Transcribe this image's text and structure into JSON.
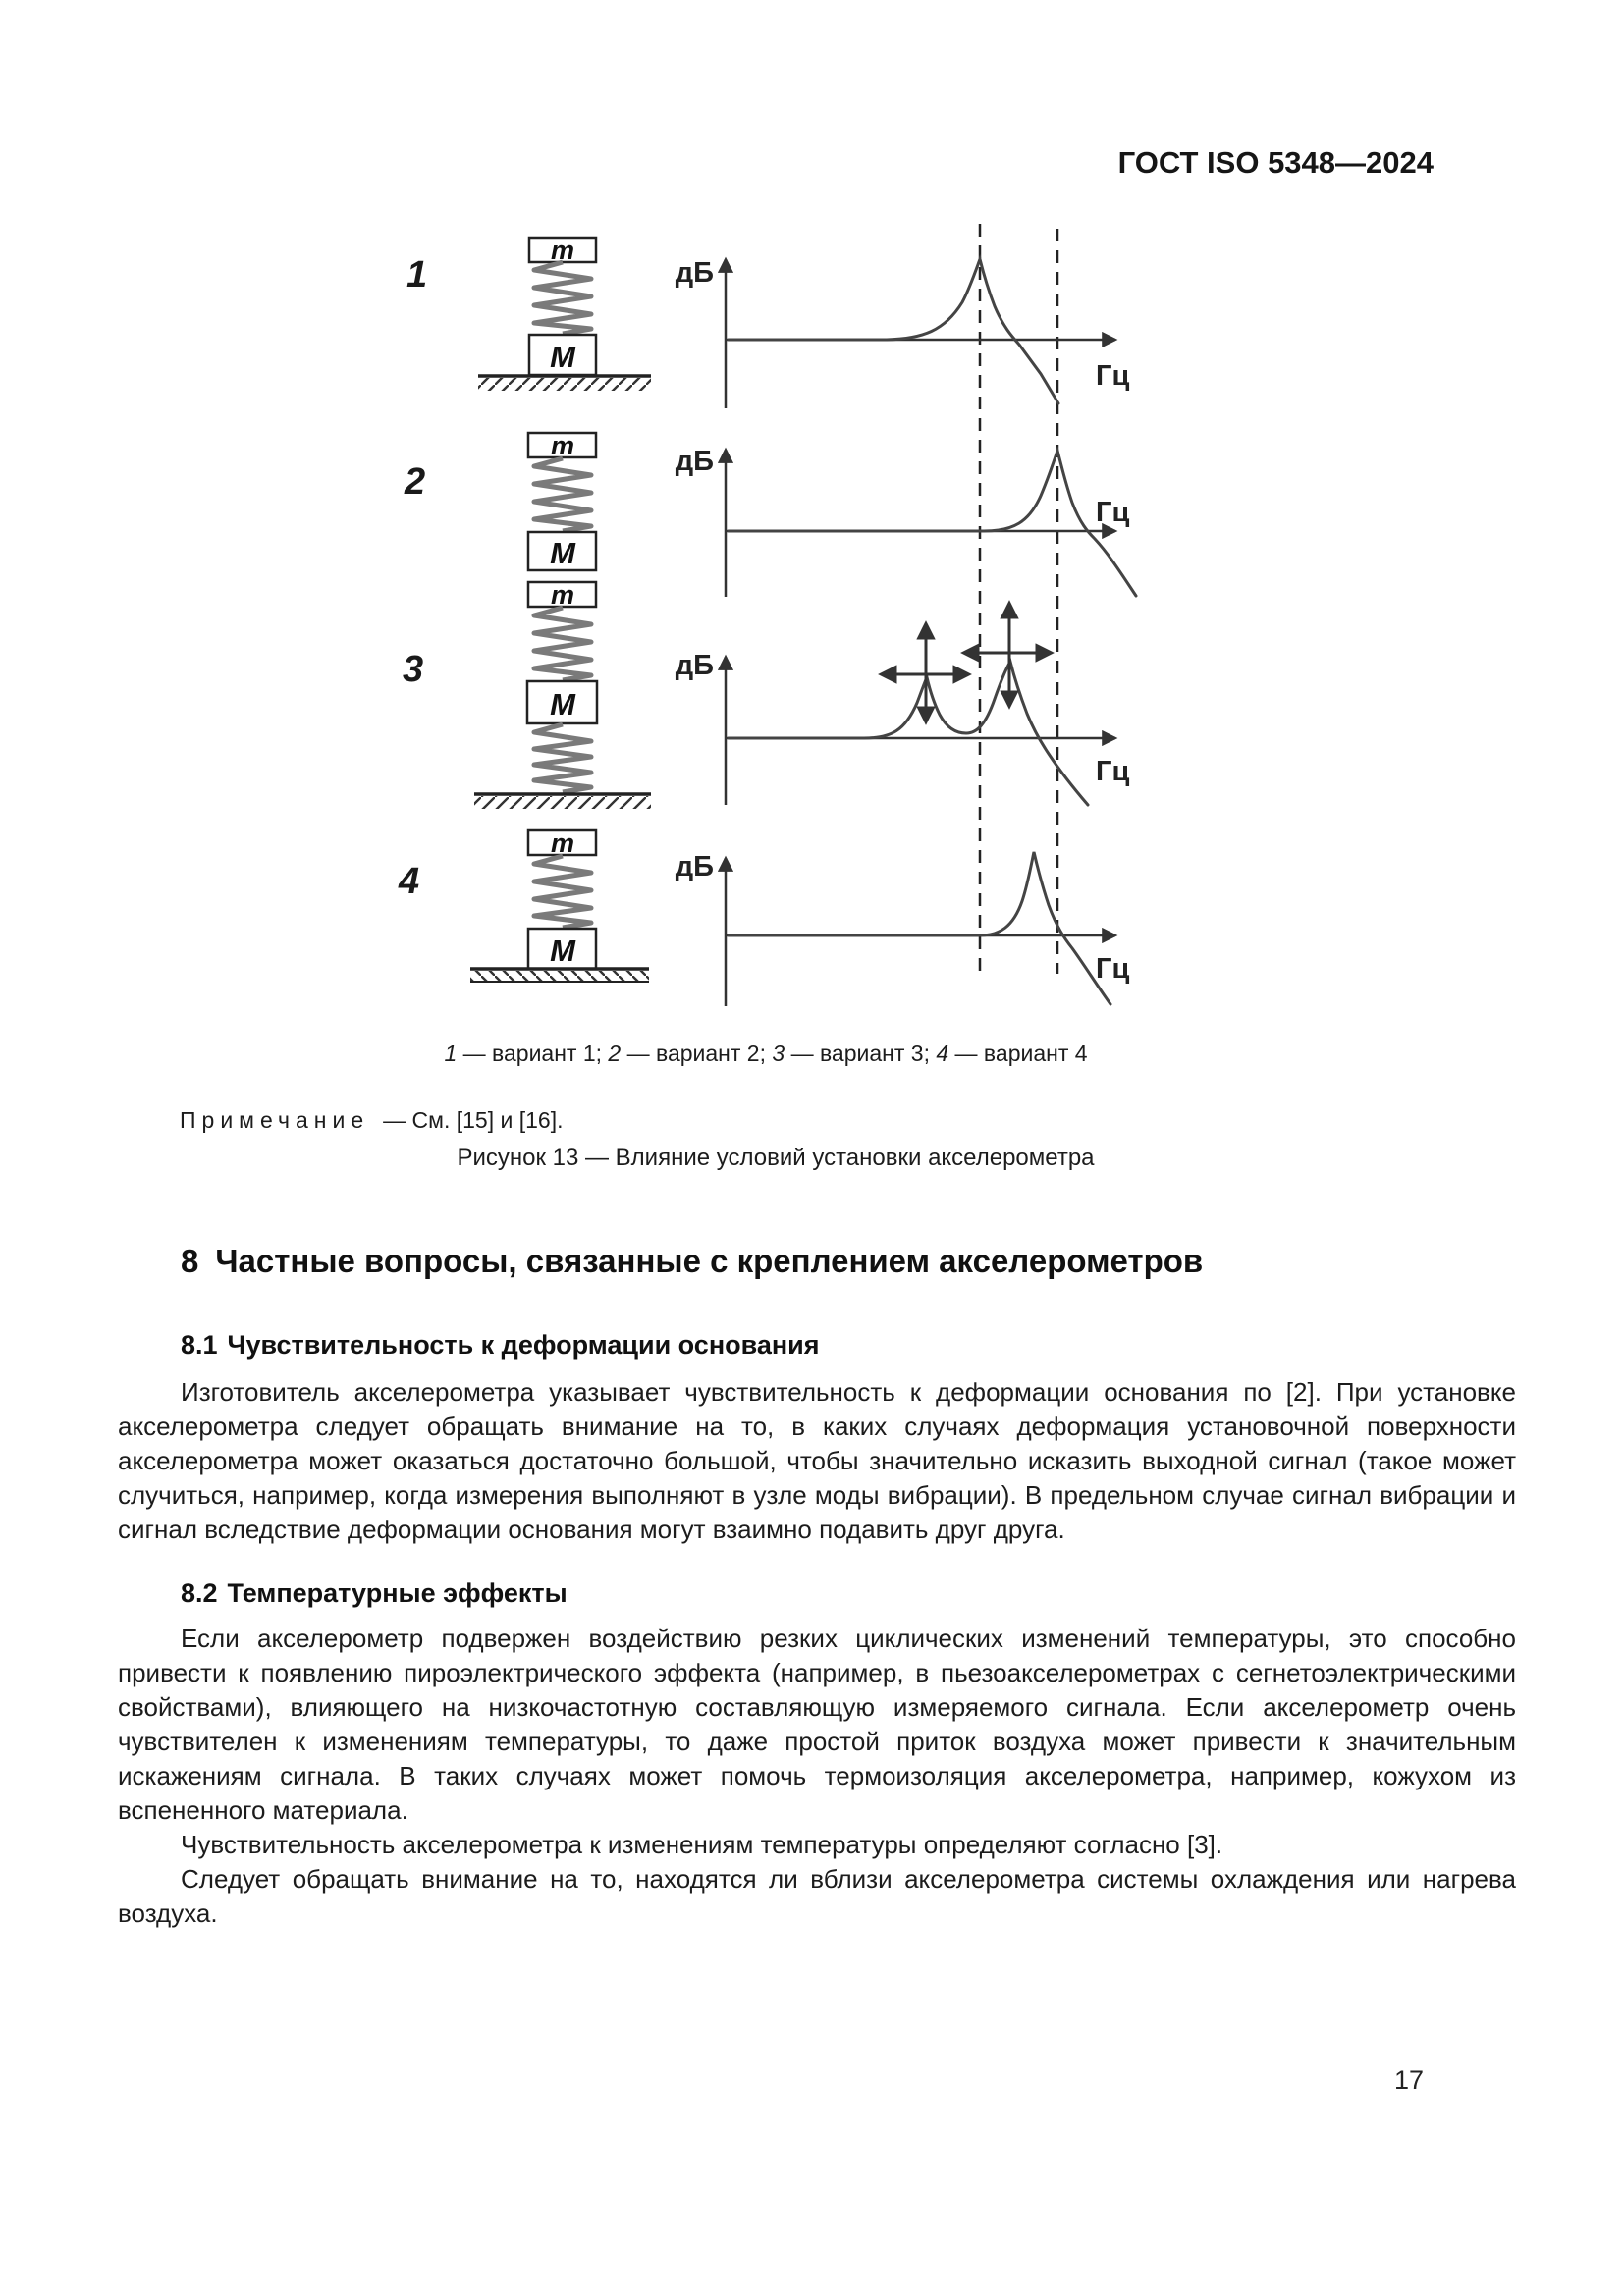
{
  "page": {
    "header": "ГОСТ ISO 5348—2024",
    "number": "17"
  },
  "figure": {
    "db": "дБ",
    "hz": "Гц",
    "m": "m",
    "M": "M",
    "variants": [
      {
        "num": "1"
      },
      {
        "num": "2"
      },
      {
        "num": "3"
      },
      {
        "num": "4"
      }
    ],
    "legend": [
      {
        "num": "1",
        "label": " — вариант 1; "
      },
      {
        "num": "2",
        "label": " — вариант 2; "
      },
      {
        "num": "3",
        "label": " — вариант 3; "
      },
      {
        "num": "4",
        "label": " — вариант 4"
      }
    ],
    "note_label": "Примечание",
    "note_text": "—  См. [15] и [16].",
    "caption": "Рисунок 13 — Влияние условий установки акселерометра"
  },
  "sections": {
    "s8": {
      "num": "8",
      "title": "Частные вопросы, связанные с креплением акселерометров"
    },
    "s81": {
      "num": "8.1",
      "title": "Чувствительность к деформации основания",
      "para": "Изготовитель акселерометра указывает чувствительность к деформации основания по [2]. При установке акселерометра следует обращать внимание на то, в каких случаях деформация установочной поверхности акселерометра может оказаться достаточно большой, чтобы значительно исказить выходной сигнал (такое может случиться, например, когда измерения выполняют в узле моды вибрации). В предельном случае сигнал вибрации и сигнал вследствие деформации основания могут взаимно подавить друг друга."
    },
    "s82": {
      "num": "8.2",
      "title": "Температурные эффекты",
      "para1": "Если акселерометр подвержен воздействию резких циклических изменений температуры, это способно привести к появлению пироэлектрического эффекта (например, в пьезоакселерометрах с сегнетоэлектрическими свойствами), влияющего на низкочастотную составляющую измеряемого сигнала. Если акселерометр очень чувствителен к изменениям температуры, то даже простой приток воздуха может привести к значительным искажениям сигнала. В таких случаях может помочь термоизоляция акселерометра, например, кожухом из вспененного материала.",
      "para2": "Чувствительность акселерометра к изменениям температуры определяют согласно [3].",
      "para3": "Следует обращать внимание на то, находятся ли вблизи акселерометра системы охлаждения или нагрева воздуха."
    }
  }
}
